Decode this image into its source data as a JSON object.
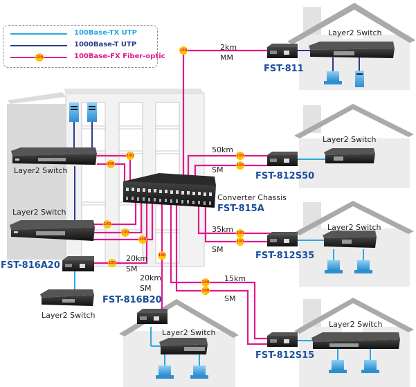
{
  "legend": {
    "items": [
      {
        "label": "100Base-TX UTP",
        "color": "#29a8e0",
        "type": "line"
      },
      {
        "label": "1000Base-T UTP",
        "color": "#2b3a8f",
        "type": "line"
      },
      {
        "label": "100Base-FX Fiber-optic",
        "color": "#e0188c",
        "type": "fiber",
        "badge": "100"
      }
    ]
  },
  "colors": {
    "fiber": "#e0188c",
    "utp100": "#29a8e0",
    "utp1000": "#2b3a8f",
    "model_label": "#1a4f9c",
    "badge": "#ffc400"
  },
  "badge_text": "100",
  "central": {
    "name": "Converter Chassis",
    "model": "FST-815A"
  },
  "sites": [
    {
      "id": "fst811",
      "model": "FST-811",
      "distance": "2km",
      "mode": "MM",
      "switch_label": "Layer2 Switch"
    },
    {
      "id": "fst812s50",
      "model": "FST-812S50",
      "distance": "50km",
      "mode": "SM",
      "switch_label": "Layer2 Switch"
    },
    {
      "id": "fst812s35",
      "model": "FST-812S35",
      "distance": "35km",
      "mode": "SM",
      "switch_label": "Layer2 Switch"
    },
    {
      "id": "fst812s15",
      "model": "FST-812S15",
      "distance": "15km",
      "mode": "SM",
      "switch_label": "Layer2 Switch"
    },
    {
      "id": "fst816b20",
      "model": "FST-816B20",
      "distance": "20km",
      "mode": "SM",
      "switch_label": "Layer2 Switch"
    },
    {
      "id": "fst816a20",
      "model": "FST-816A20",
      "distance": "20km",
      "mode": "SM",
      "switch_label": "Layer2 Switch"
    }
  ],
  "building": {
    "switch_top_label": "Layer2 Switch",
    "switch_bottom_label": "Layer2 Switch"
  }
}
